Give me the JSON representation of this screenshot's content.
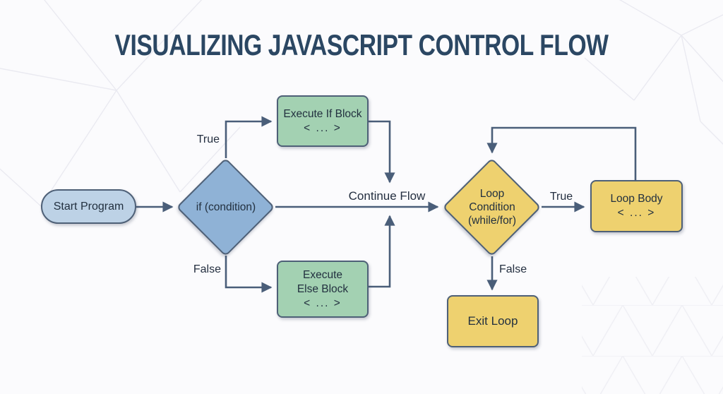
{
  "title": "VISUALIZING JAVASCRIPT CONTROL FLOW",
  "colors": {
    "title": "#2b4763",
    "line": "#4a5e79",
    "node_border": "#4e6077",
    "pill_fill": "#bdd2e6",
    "blue_fill": "#8fb2d6",
    "green_fill": "#a3d1b2",
    "yellow_fill": "#eed16f",
    "text": "#22303f",
    "background": "#fbfbfd",
    "mesh": "#eaeaf1"
  },
  "nodes": {
    "start": {
      "label": "Start Program"
    },
    "if_condition": {
      "label": "if (condition)"
    },
    "execute_if": {
      "lines": [
        "Execute If Block",
        "< ... >"
      ]
    },
    "execute_else": {
      "lines": [
        "Execute",
        "Else Block",
        "< ... >"
      ]
    },
    "loop_condition": {
      "lines": [
        "Loop",
        "Condition",
        "(while/for)"
      ]
    },
    "loop_body": {
      "lines": [
        "Loop Body",
        "< ... >"
      ]
    },
    "exit_loop": {
      "label": "Exit Loop"
    }
  },
  "edge_labels": {
    "if_true": "True",
    "if_false": "False",
    "continue_flow": "Continue Flow",
    "loop_true": "True",
    "loop_false": "False"
  }
}
